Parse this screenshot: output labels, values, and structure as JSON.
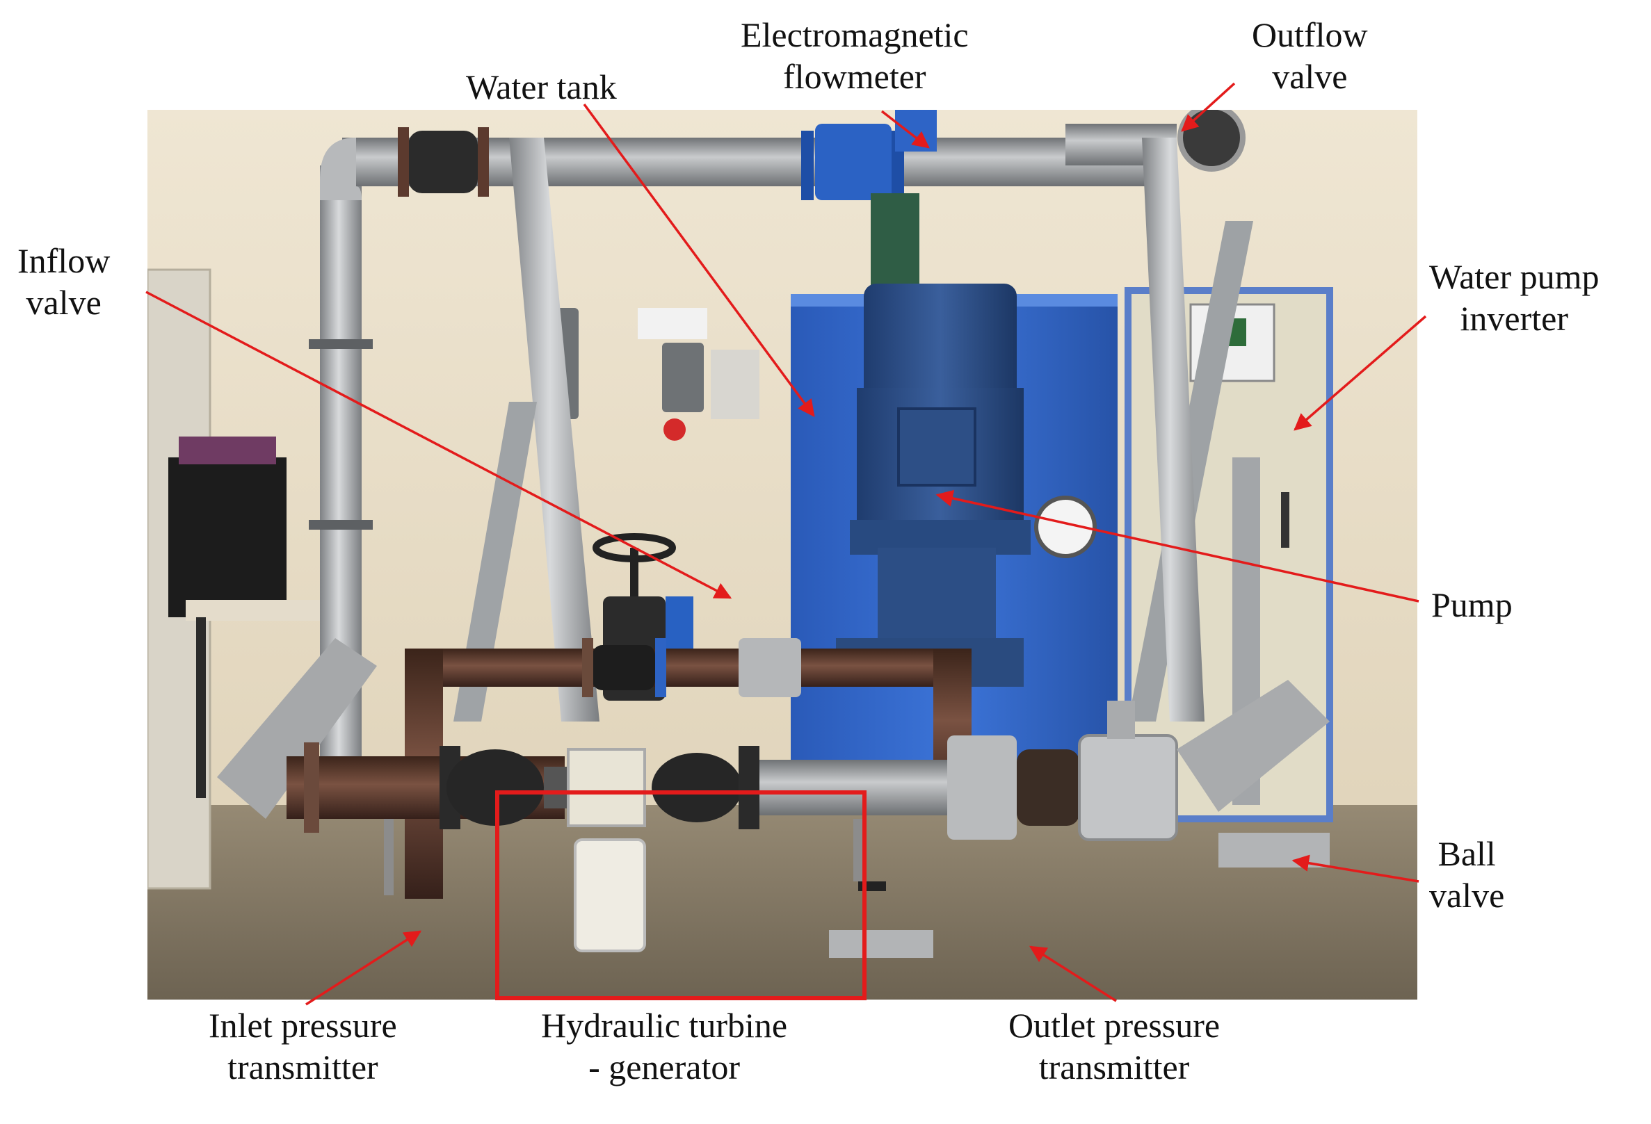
{
  "labels": {
    "electromagnetic_flowmeter": {
      "line1": "Electromagnetic",
      "line2": "flowmeter"
    },
    "water_tank": {
      "line1": "Water tank"
    },
    "outflow_valve": {
      "line1": "Outflow",
      "line2": "valve"
    },
    "inflow_valve": {
      "line1": "Inflow",
      "line2": "valve"
    },
    "water_pump_inverter": {
      "line1": "Water pump",
      "line2": "inverter"
    },
    "pump": {
      "line1": "Pump"
    },
    "ball_valve": {
      "line1": "Ball",
      "line2": "valve"
    },
    "inlet_pressure_transmitter": {
      "line1": "Inlet pressure",
      "line2": "transmitter"
    },
    "hydraulic_turbine_generator": {
      "line1": "Hydraulic turbine",
      "line2": "- generator"
    },
    "outlet_pressure_transmitter": {
      "line1": "Outlet pressure",
      "line2": "transmitter"
    }
  },
  "colors": {
    "annotation": "#e31b1b",
    "text": "#111111",
    "wall": "#ece3cf",
    "floor": "#8a7f6c",
    "tank_blue": "#2f63c6",
    "motor_blue": "#274b86",
    "pipe_gray": "#9a9c9e",
    "pipe_brown": "#5a3a2c",
    "frame_gray": "#a6a9ab"
  }
}
